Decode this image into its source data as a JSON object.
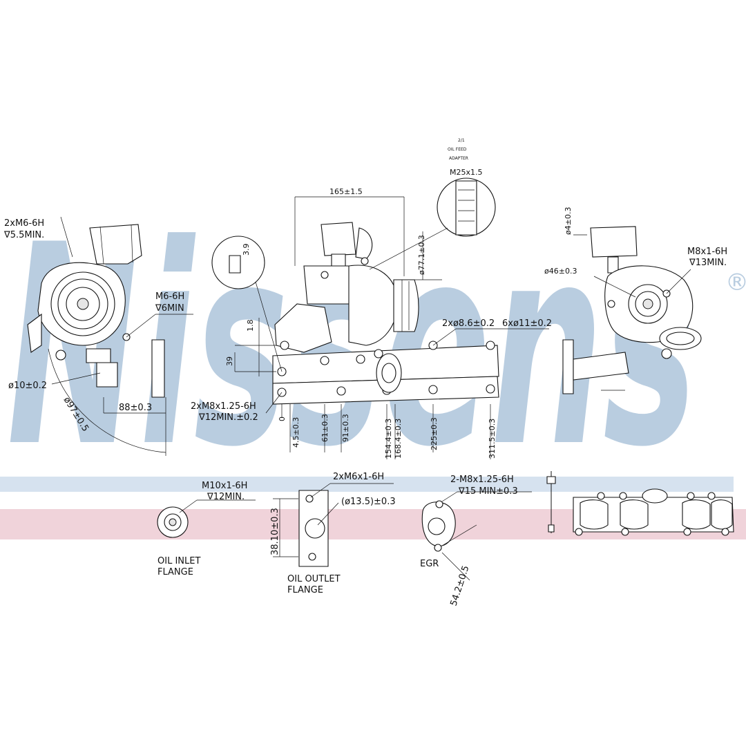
{
  "watermark": {
    "text": "Nissens",
    "mark": "®",
    "color_letters": "#b9cde0",
    "color_band_blue": "#d6e2ef",
    "color_band_red": "#f0d3da"
  },
  "callouts": {
    "left_thread": [
      "2xM6-6H",
      "∇5.5MIN."
    ],
    "left_m6": [
      "M6-6H",
      "∇6MIN"
    ],
    "left_dia10": "ø10±0.2",
    "left_dim88": "88±0.3",
    "left_arc": "ø97±0.5",
    "center_width": "165±1.5",
    "center_feed": [
      "2/1",
      "OIL FEED",
      "ADAPTER"
    ],
    "center_feed_thread": "M25x1.5",
    "center_dia77": "ø77.1±0.3",
    "center_18": "1.8",
    "center_39": "39",
    "center_39b": "3.9",
    "center_holes": [
      "2xø8.6±0.2",
      "6xø11±0.2"
    ],
    "center_thread": [
      "2xM8x1.25-6H",
      "∇12MIN.±0.2"
    ],
    "right_dia4": "ø4±0.3",
    "right_dia46": "ø46±0.3",
    "right_thread": [
      "M8x1-6H",
      "∇13MIN."
    ]
  },
  "baseline_dims": [
    "0",
    "4.5±0.3",
    "61±0.3",
    "91±0.3",
    "154.4±0.3",
    "168.4±0.3",
    "225±0.3",
    "311.5±0.3"
  ],
  "flanges": {
    "oil_inlet": {
      "thread": [
        "M10x1-6H",
        "∇12MIN."
      ],
      "caption": [
        "OIL INLET",
        "FLANGE"
      ]
    },
    "oil_outlet": {
      "thread": "2xM6x1-6H",
      "dia": "(ø13.5)±0.3",
      "dim": "38.10±0.3",
      "caption": [
        "OIL OUTLET",
        "FLANGE"
      ]
    },
    "egr": {
      "thread": [
        "2-M8x1.25-6H",
        "∇15 MIN±0.3"
      ],
      "dim": "54.2±0.5",
      "caption": "EGR"
    }
  }
}
